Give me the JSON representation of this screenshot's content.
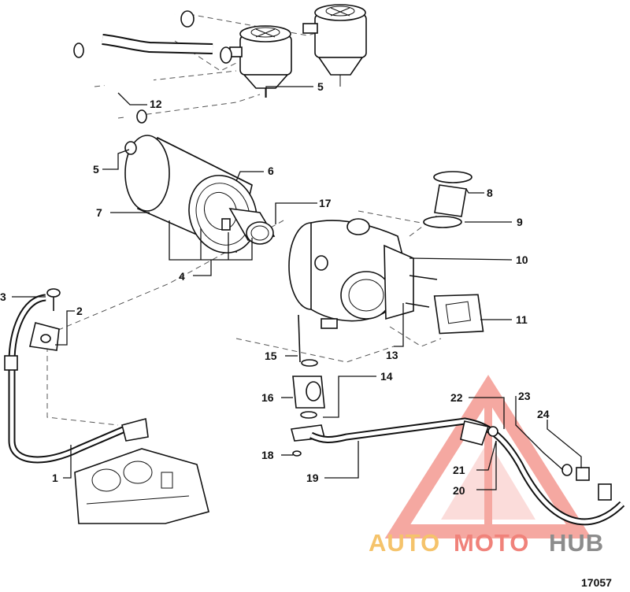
{
  "diagram": {
    "drawing_number": "17057",
    "callouts": [
      {
        "id": "c1",
        "label": "1"
      },
      {
        "id": "c2",
        "label": "2"
      },
      {
        "id": "c3",
        "label": "3"
      },
      {
        "id": "c4",
        "label": "4"
      },
      {
        "id": "c5a",
        "label": "5"
      },
      {
        "id": "c5b",
        "label": "5"
      },
      {
        "id": "c6",
        "label": "6"
      },
      {
        "id": "c7",
        "label": "7"
      },
      {
        "id": "c8",
        "label": "8"
      },
      {
        "id": "c9",
        "label": "9"
      },
      {
        "id": "c10",
        "label": "10"
      },
      {
        "id": "c11",
        "label": "11"
      },
      {
        "id": "c12",
        "label": "12"
      },
      {
        "id": "c13",
        "label": "13"
      },
      {
        "id": "c14",
        "label": "14"
      },
      {
        "id": "c15",
        "label": "15"
      },
      {
        "id": "c16",
        "label": "16"
      },
      {
        "id": "c17",
        "label": "17"
      },
      {
        "id": "c18",
        "label": "18"
      },
      {
        "id": "c19",
        "label": "19"
      },
      {
        "id": "c20",
        "label": "20"
      },
      {
        "id": "c21",
        "label": "21"
      },
      {
        "id": "c22",
        "label": "22"
      },
      {
        "id": "c23",
        "label": "23"
      },
      {
        "id": "c24",
        "label": "24"
      }
    ]
  },
  "watermark": {
    "text_auto": "AUTO",
    "text_moto": "MOTO",
    "text_hub": "HUB",
    "color_auto": "#f5c36b",
    "color_moto": "#f0827a",
    "color_hub": "#8c8c8c",
    "triangle_color": "#f28b82"
  }
}
